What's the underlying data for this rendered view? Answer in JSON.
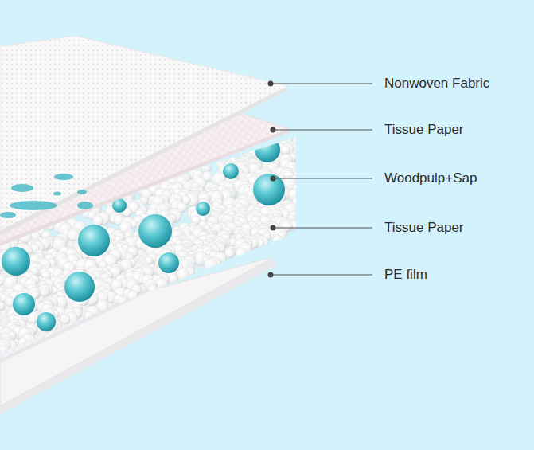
{
  "diagram": {
    "labels": [
      "Nonwoven Fabric",
      "Tissue Paper",
      "Woodpulp+Sap",
      "Tissue Paper",
      "PE film"
    ]
  }
}
